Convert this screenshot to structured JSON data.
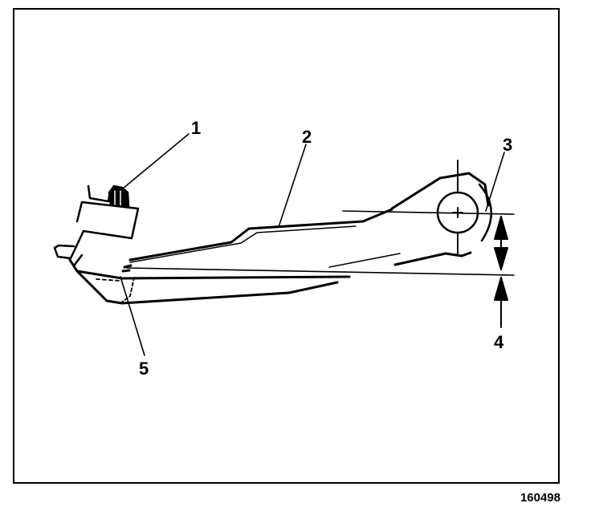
{
  "callouts": {
    "c1": "1",
    "c2": "2",
    "c3": "3",
    "c4": "4",
    "c5": "5"
  },
  "figure_number": "160498",
  "colors": {
    "ink": "#000000",
    "paper": "#ffffff"
  }
}
